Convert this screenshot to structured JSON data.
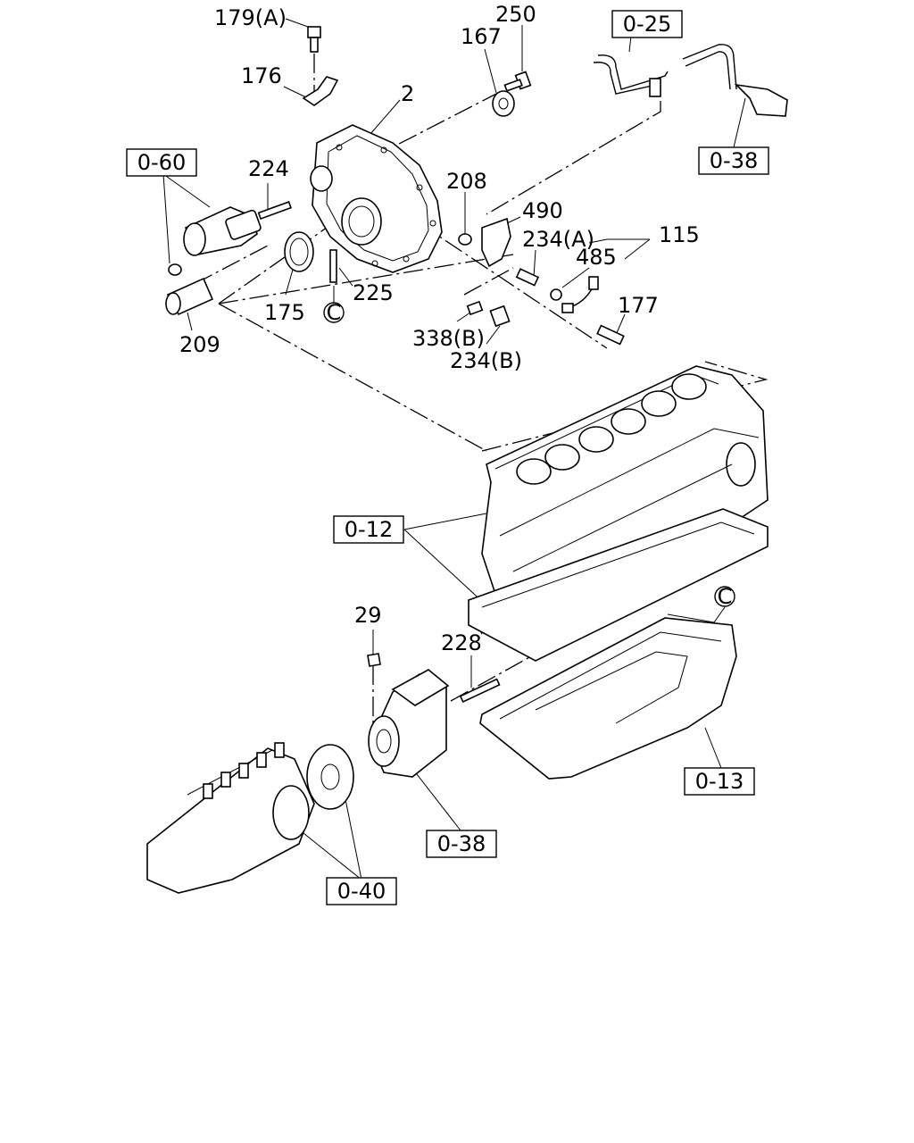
{
  "part_labels": {
    "p179a": "179(A)",
    "p250": "250",
    "p167": "167",
    "p176": "176",
    "p2": "2",
    "p224": "224",
    "p208": "208",
    "p490": "490",
    "p234a": "234(A)",
    "p115": "115",
    "p485": "485",
    "p177": "177",
    "p175": "175",
    "p225": "225",
    "p209": "209",
    "p338b": "338(B)",
    "p234b": "234(B)",
    "p29": "29",
    "p228": "228",
    "circle_c_1": "C",
    "circle_c_2": "C"
  },
  "ref_boxes": {
    "r025": "0-25",
    "r060": "0-60",
    "r038_top": "0-38",
    "r012": "0-12",
    "r013": "0-13",
    "r038_bottom": "0-38",
    "r040": "0-40"
  }
}
